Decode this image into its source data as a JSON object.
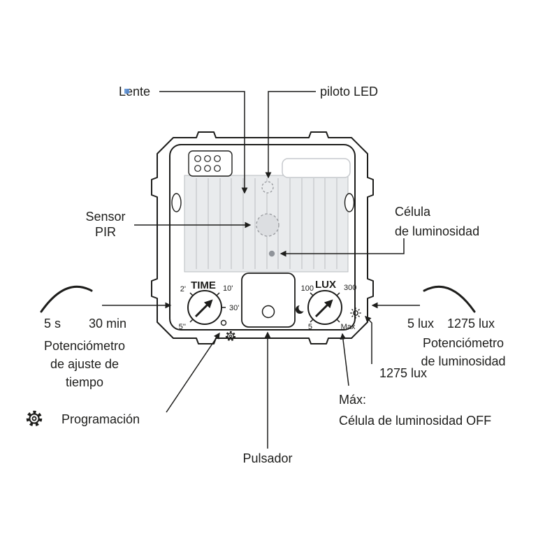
{
  "diagram": {
    "callouts": {
      "lente": "Lente",
      "piloto_led": "piloto LED",
      "sensor_line1": "Sensor",
      "sensor_line2": "PIR",
      "celula_line1": "Célula",
      "celula_line2": "de luminosidad",
      "time_range_min": "5 s",
      "time_range_max": "30 min",
      "time_pot_line1": "Potenciómetro",
      "time_pot_line2": "de ajuste de",
      "time_pot_line3": "tiempo",
      "programacion": "Programación",
      "pulsador": "Pulsador",
      "lux_range_min": "5 lux",
      "lux_range_max": "1275 lux",
      "lux_pot_line1": "Potenciómetro",
      "lux_pot_line2": "de luminosidad",
      "lux_value_max": "1275 lux",
      "max_note_line1": "Máx:",
      "max_note_line2": "Célula de luminosidad OFF"
    },
    "dials": {
      "time": {
        "label": "TIME",
        "ticks": [
          "2'",
          "10'",
          "30'",
          "5''"
        ]
      },
      "lux": {
        "label": "LUX",
        "ticks": [
          "100",
          "300",
          "5",
          "Max"
        ]
      }
    },
    "icons": {
      "gear": "⚙",
      "moon": "☾",
      "sun": "☀"
    },
    "colors": {
      "ink": "#1d1d1b",
      "lens_fill": "#e9ebed",
      "lens_stripe": "#c2c5c9",
      "dashed_gray": "#97999d",
      "artifact_blue": "#5b8fd4"
    }
  }
}
